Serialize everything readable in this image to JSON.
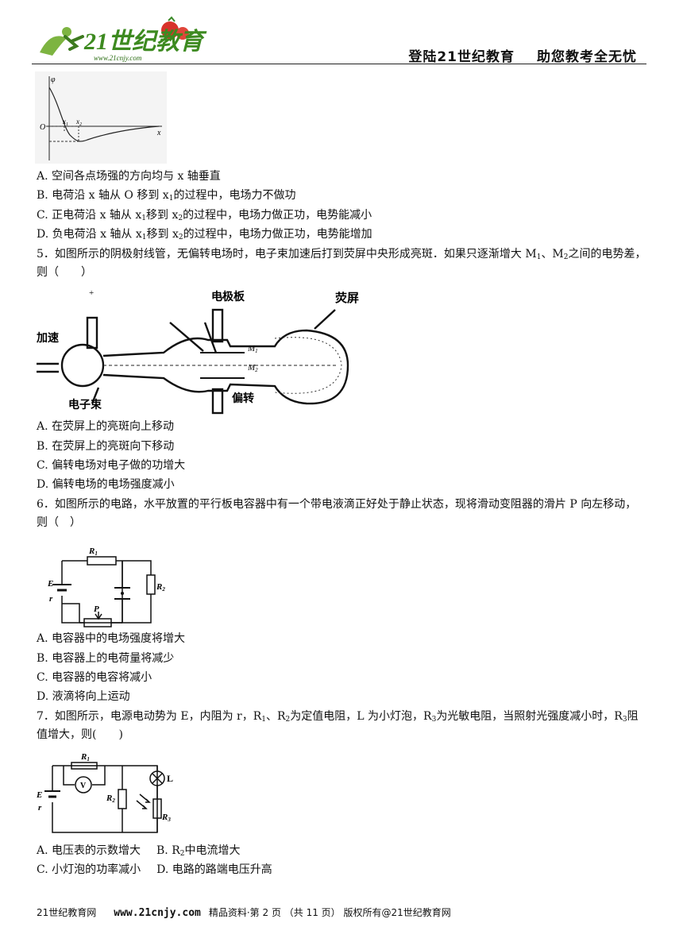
{
  "header": {
    "logo_text": "21世纪教育",
    "logo_url": "www.21cnjy.com",
    "slogan_left": "登陆21世纪教育",
    "slogan_right": "助您教考全无忧"
  },
  "figure_phi": {
    "phi": "φ",
    "origin": "O",
    "x1": "x",
    "x2": "x",
    "x_axis": "x"
  },
  "q4": {
    "a": "A. 空间各点场强的方向均与 x 轴垂直",
    "b": "B. 电荷沿 x 轴从 O 移到 x",
    "b_sub": "1",
    "b_tail": "的过程中，电场力不做功",
    "c_pre": "C. 正电荷沿 x 轴从 x",
    "c_mid": "移到 x",
    "c_tail": "的过程中，电场力做正功，电势能减小",
    "d_pre": "D. 负电荷沿 x 轴从 x",
    "d_mid": "移到 x",
    "d_tail": "的过程中，电场力做正功，电势能增加"
  },
  "q5": {
    "stem_a": "5．如图所示的阴极射线管，无偏转电场时，电子束加速后打到荧屏中央形成亮斑．如果只逐渐增大 M",
    "stem_b": "、M",
    "stem_c": "之间的电势差，则（　　）",
    "labels": {
      "accel": "加速",
      "plates": "电极板",
      "screen": "荧屏",
      "beam": "电子束",
      "deflect": "偏转",
      "m1": "M",
      "m2": "M",
      "plus": "+"
    },
    "options": [
      "A. 在荧屏上的亮斑向上移动",
      "B. 在荧屏上的亮斑向下移动",
      "C. 偏转电场对电子做的功增大",
      "D. 偏转电场的电场强度减小"
    ]
  },
  "q6": {
    "stem": "6．如图所示的电路，水平放置的平行板电容器中有一个带电液滴正好处于静止状态，现将滑动变阻器的滑片 P 向左移动，则（　）",
    "labels": {
      "r1": "R",
      "r2": "R",
      "e": "E",
      "r": "r",
      "p": "P"
    },
    "options": [
      "A. 电容器中的电场强度将增大",
      "B. 电容器上的电荷量将减少",
      "C. 电容器的电容将减小",
      "D. 液滴将向上运动"
    ]
  },
  "q7": {
    "stem_a": "7．如图所示，电源电动势为 E，内阻为 r，R",
    "stem_b": "、R",
    "stem_c": "为定值电阻，L 为小灯泡，R",
    "stem_d": "为光敏电阻，当照射光强度减小时，R",
    "stem_e": "阻值增大，则(　　)",
    "labels": {
      "r1": "R",
      "v": "V",
      "l": "L",
      "e": "E",
      "r": "r",
      "r2": "R",
      "r3": "R"
    },
    "opt_a": "A. 电压表的示数增大",
    "opt_b_pre": "B. R",
    "opt_b_tail": "中电流增大",
    "opt_c": "C. 小灯泡的功率减小",
    "opt_d": "D. 电路的路端电压升高"
  },
  "footer": {
    "site": "21世纪教育网",
    "url": "www.21cnjy.com",
    "page_info": "精品资料·第 2 页 （共 11 页） 版权所有@21世纪教育网"
  }
}
